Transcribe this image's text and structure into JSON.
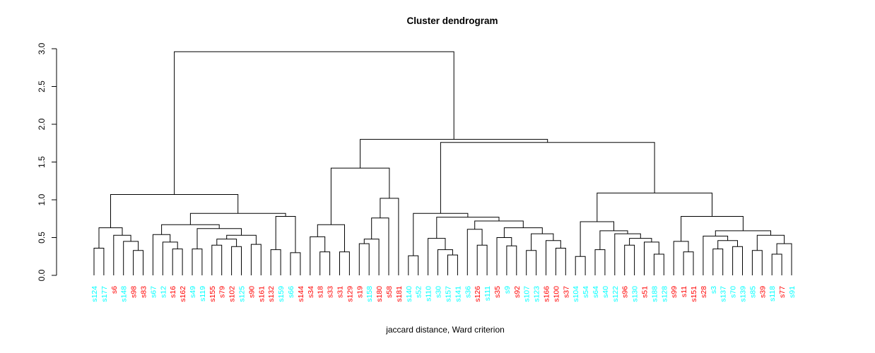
{
  "chart_data": {
    "type": "dendrogram",
    "title": "Cluster dendrogram",
    "caption": "jaccard distance, Ward criterion",
    "y_axis": {
      "ticks": [
        0.0,
        0.5,
        1.0,
        1.5,
        2.0,
        2.5,
        3.0
      ],
      "tick_labels": [
        "0.0",
        "0.5",
        "1.0",
        "1.5",
        "2.0",
        "2.5",
        "3.0"
      ],
      "range": [
        0.0,
        3.0
      ]
    },
    "palette": {
      "red": "#ff0000",
      "cyan": "#00ffff",
      "line": "#000000"
    },
    "legend": "none",
    "grid": false,
    "leaves": [
      {
        "label": "s124",
        "color": "cyan"
      },
      {
        "label": "s177",
        "color": "cyan"
      },
      {
        "label": "s6",
        "color": "red"
      },
      {
        "label": "s148",
        "color": "cyan"
      },
      {
        "label": "s98",
        "color": "red"
      },
      {
        "label": "s83",
        "color": "red"
      },
      {
        "label": "s67",
        "color": "cyan"
      },
      {
        "label": "s12",
        "color": "cyan"
      },
      {
        "label": "s16",
        "color": "red"
      },
      {
        "label": "s162",
        "color": "red"
      },
      {
        "label": "s49",
        "color": "cyan"
      },
      {
        "label": "s119",
        "color": "cyan"
      },
      {
        "label": "s155",
        "color": "red"
      },
      {
        "label": "s79",
        "color": "red"
      },
      {
        "label": "s102",
        "color": "red"
      },
      {
        "label": "s125",
        "color": "cyan"
      },
      {
        "label": "s90",
        "color": "red"
      },
      {
        "label": "s161",
        "color": "red"
      },
      {
        "label": "s132",
        "color": "red"
      },
      {
        "label": "s159",
        "color": "cyan"
      },
      {
        "label": "s66",
        "color": "cyan"
      },
      {
        "label": "s144",
        "color": "red"
      },
      {
        "label": "s34",
        "color": "red"
      },
      {
        "label": "s18",
        "color": "red"
      },
      {
        "label": "s33",
        "color": "red"
      },
      {
        "label": "s31",
        "color": "red"
      },
      {
        "label": "s129",
        "color": "red"
      },
      {
        "label": "s19",
        "color": "red"
      },
      {
        "label": "s158",
        "color": "cyan"
      },
      {
        "label": "s180",
        "color": "red"
      },
      {
        "label": "s58",
        "color": "red"
      },
      {
        "label": "s181",
        "color": "red"
      },
      {
        "label": "s140",
        "color": "cyan"
      },
      {
        "label": "s52",
        "color": "cyan"
      },
      {
        "label": "s110",
        "color": "cyan"
      },
      {
        "label": "s30",
        "color": "cyan"
      },
      {
        "label": "s157",
        "color": "cyan"
      },
      {
        "label": "s141",
        "color": "cyan"
      },
      {
        "label": "s36",
        "color": "cyan"
      },
      {
        "label": "s126",
        "color": "red"
      },
      {
        "label": "s111",
        "color": "cyan"
      },
      {
        "label": "s35",
        "color": "red"
      },
      {
        "label": "s9",
        "color": "cyan"
      },
      {
        "label": "s92",
        "color": "red"
      },
      {
        "label": "s107",
        "color": "cyan"
      },
      {
        "label": "s123",
        "color": "cyan"
      },
      {
        "label": "s166",
        "color": "red"
      },
      {
        "label": "s100",
        "color": "red"
      },
      {
        "label": "s37",
        "color": "red"
      },
      {
        "label": "s104",
        "color": "cyan"
      },
      {
        "label": "s54",
        "color": "cyan"
      },
      {
        "label": "s64",
        "color": "cyan"
      },
      {
        "label": "s40",
        "color": "cyan"
      },
      {
        "label": "s122",
        "color": "cyan"
      },
      {
        "label": "s96",
        "color": "red"
      },
      {
        "label": "s130",
        "color": "cyan"
      },
      {
        "label": "s51",
        "color": "red"
      },
      {
        "label": "s188",
        "color": "cyan"
      },
      {
        "label": "s128",
        "color": "cyan"
      },
      {
        "label": "s99",
        "color": "red"
      },
      {
        "label": "s11",
        "color": "red"
      },
      {
        "label": "s151",
        "color": "red"
      },
      {
        "label": "s28",
        "color": "red"
      },
      {
        "label": "s3",
        "color": "cyan"
      },
      {
        "label": "s137",
        "color": "cyan"
      },
      {
        "label": "s70",
        "color": "cyan"
      },
      {
        "label": "s139",
        "color": "cyan"
      },
      {
        "label": "s85",
        "color": "cyan"
      },
      {
        "label": "s39",
        "color": "red"
      },
      {
        "label": "s118",
        "color": "cyan"
      },
      {
        "label": "s77",
        "color": "red"
      },
      {
        "label": "s91",
        "color": "cyan"
      }
    ],
    "merges": [
      2.96,
      [
        1.07,
        [
          0.63,
          [
            0.36,
            0,
            1
          ],
          [
            0.53,
            2,
            [
              0.45,
              3,
              [
                0.33,
                4,
                5
              ]
            ]
          ]
        ],
        [
          0.82,
          [
            0.67,
            [
              0.54,
              6,
              [
                0.44,
                7,
                [
                  0.35,
                  8,
                  9
                ]
              ]
            ],
            [
              0.62,
              [
                0.35,
                10,
                11
              ],
              [
                0.53,
                [
                  0.48,
                  [
                    0.4,
                    12,
                    13
                  ],
                  [
                    0.38,
                    14,
                    15
                  ]
                ],
                [
                  0.41,
                  16,
                  17
                ]
              ]
            ]
          ],
          [
            0.78,
            [
              0.34,
              18,
              19
            ],
            [
              0.3,
              20,
              21
            ]
          ]
        ]
      ],
      [
        1.8,
        [
          1.42,
          [
            0.67,
            [
              0.51,
              22,
              [
                0.31,
                23,
                24
              ]
            ],
            [
              0.31,
              25,
              26
            ]
          ],
          [
            1.02,
            [
              0.76,
              [
                0.48,
                [
                  0.42,
                  27,
                  28
                ],
                29
              ],
              30
            ],
            31
          ]
        ],
        [
          1.76,
          [
            0.82,
            [
              0.26,
              32,
              33
            ],
            [
              0.77,
              [
                0.49,
                34,
                [
                  0.34,
                  35,
                  [
                    0.27,
                    36,
                    37
                  ]
                ]
              ],
              [
                0.72,
                [
                  0.61,
                  38,
                  [
                    0.4,
                    39,
                    40
                  ]
                ],
                [
                  0.63,
                  [
                    0.5,
                    41,
                    [
                      0.39,
                      42,
                      43
                    ]
                  ],
                  [
                    0.55,
                    [
                      0.33,
                      44,
                      45
                    ],
                    [
                      0.46,
                      46,
                      [
                        0.36,
                        47,
                        48
                      ]
                    ]
                  ]
                ]
              ]
            ]
          ],
          [
            1.09,
            [
              0.71,
              [
                0.25,
                49,
                50
              ],
              [
                0.59,
                [
                  0.34,
                  51,
                  52
                ],
                [
                  0.55,
                  53,
                  [
                    0.49,
                    [
                      0.4,
                      54,
                      55
                    ],
                    [
                      0.44,
                      56,
                      [
                        0.28,
                        57,
                        58
                      ]
                    ]
                  ]
                ]
              ]
            ],
            [
              0.78,
              [
                0.45,
                59,
                [
                  0.31,
                  60,
                  61
                ]
              ],
              [
                0.59,
                [
                  0.52,
                  62,
                  [
                    0.46,
                    [
                      0.35,
                      63,
                      64
                    ],
                    [
                      0.38,
                      65,
                      66
                    ]
                  ]
                ],
                [
                  0.53,
                  [
                    0.33,
                    67,
                    68
                  ],
                  [
                    0.42,
                    [
                      0.28,
                      69,
                      70
                    ],
                    71
                  ]
                ]
              ]
            ]
          ]
        ]
      ]
    ]
  }
}
